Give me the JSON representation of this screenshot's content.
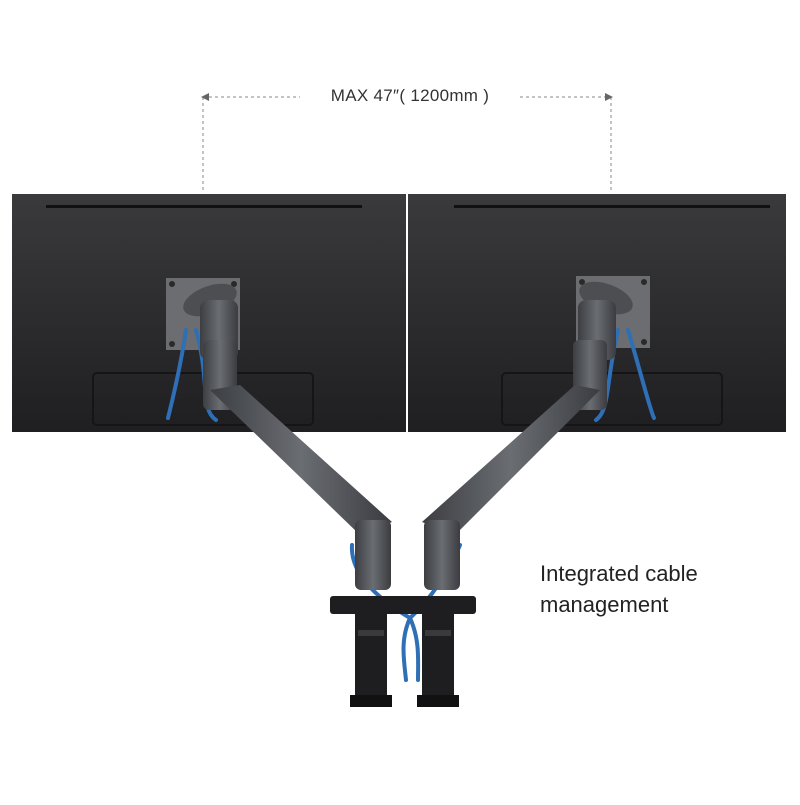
{
  "dimension": {
    "label": "MAX 47″( 1200mm )"
  },
  "caption": {
    "line1": "Integrated cable",
    "line2": "management"
  },
  "colors": {
    "monitor": "#2b2b2d",
    "arm": "#4a4c50",
    "cable": "#2f6fb5",
    "clamp": "#1e1e20",
    "dimension_line": "#8a8a8a"
  }
}
